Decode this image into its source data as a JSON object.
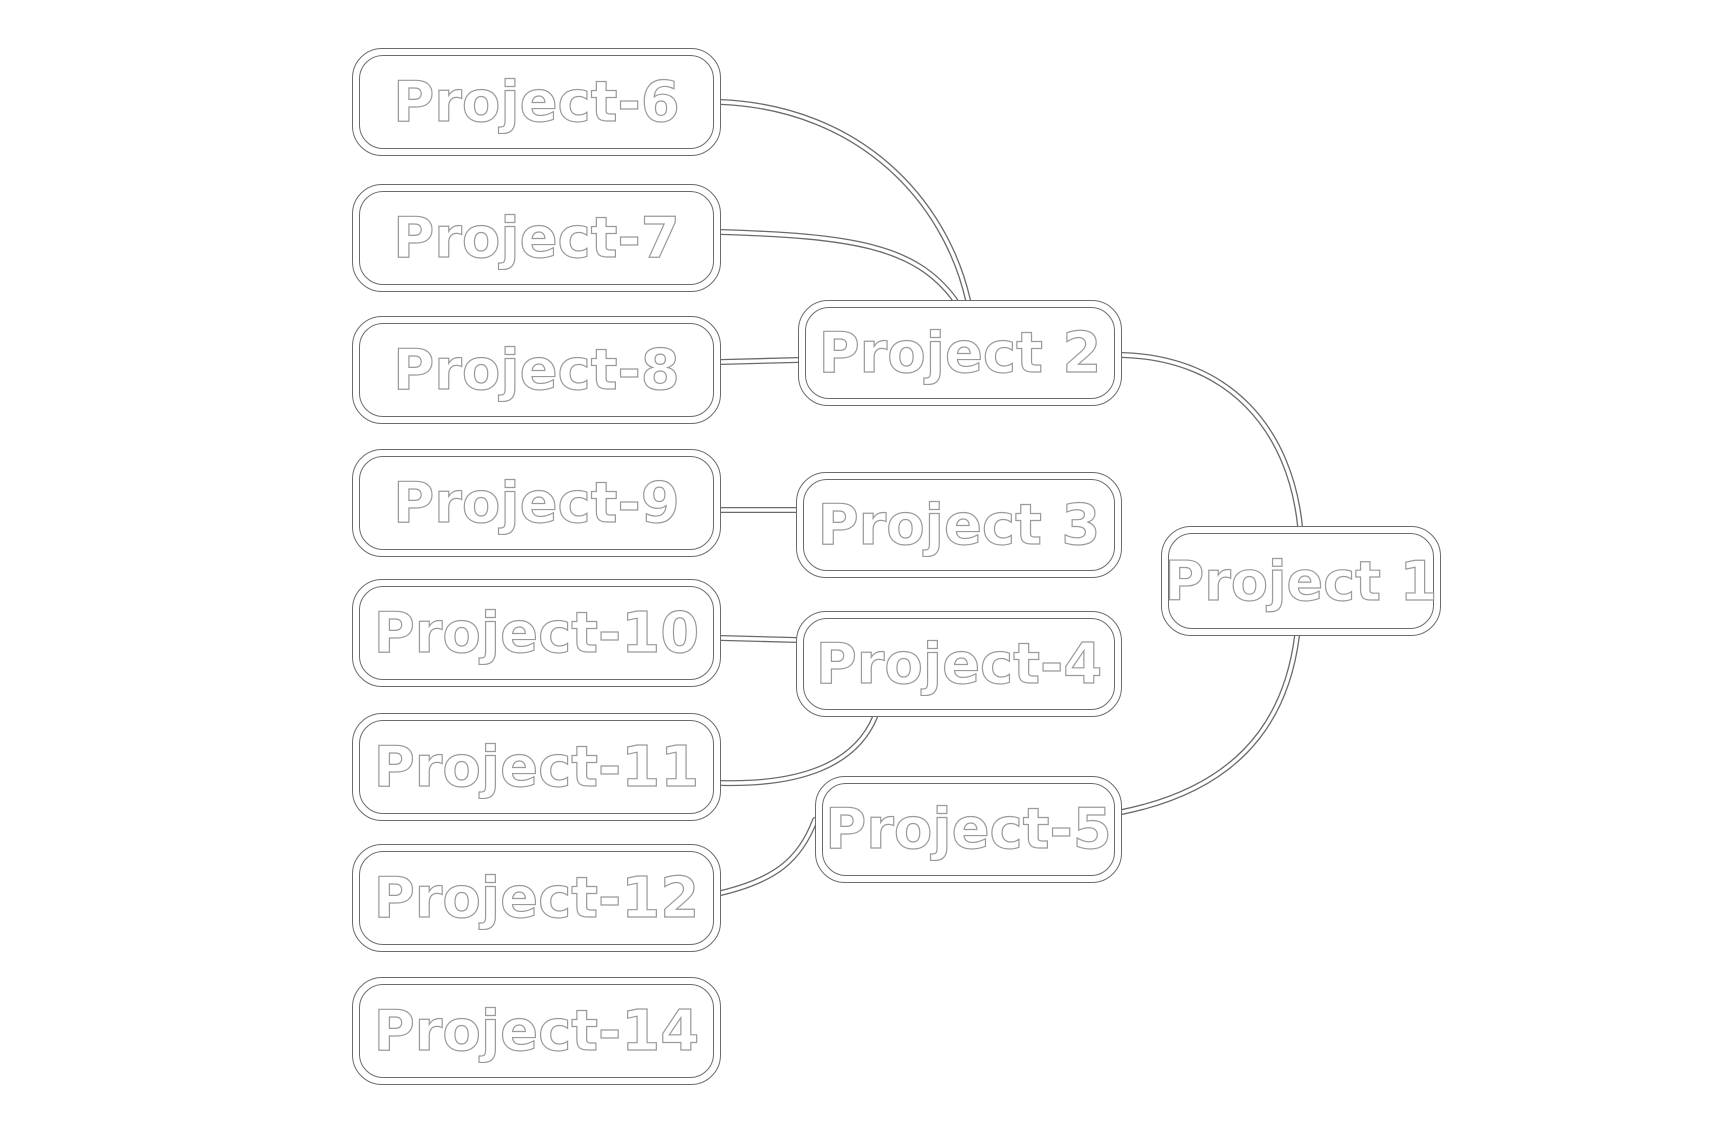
{
  "diagram": {
    "type": "mind-map",
    "style": "outlined-embossed",
    "colors": {
      "background": "#ffffff",
      "outline": "#6c6c6c",
      "text_outline": "#9a9a9a"
    },
    "root": {
      "id": "p1",
      "label": "Project 1"
    },
    "nodes": [
      {
        "id": "p1",
        "label": "Project 1"
      },
      {
        "id": "p2",
        "label": "Project 2"
      },
      {
        "id": "p3",
        "label": "Project 3"
      },
      {
        "id": "p4",
        "label": "Project-4"
      },
      {
        "id": "p5",
        "label": "Project-5"
      },
      {
        "id": "p6",
        "label": "Project-6"
      },
      {
        "id": "p7",
        "label": "Project-7"
      },
      {
        "id": "p8",
        "label": "Project-8"
      },
      {
        "id": "p9",
        "label": "Project-9"
      },
      {
        "id": "p10",
        "label": "Project-10"
      },
      {
        "id": "p11",
        "label": "Project-11"
      },
      {
        "id": "p12",
        "label": "Project-12"
      },
      {
        "id": "p14",
        "label": "Project-14"
      }
    ],
    "edges": [
      {
        "from": "p1",
        "to": "p2"
      },
      {
        "from": "p1",
        "to": "p5"
      },
      {
        "from": "p2",
        "to": "p6"
      },
      {
        "from": "p2",
        "to": "p7"
      },
      {
        "from": "p2",
        "to": "p8"
      },
      {
        "from": "p3",
        "to": "p9"
      },
      {
        "from": "p4",
        "to": "p10"
      },
      {
        "from": "p4",
        "to": "p11"
      },
      {
        "from": "p5",
        "to": "p12"
      }
    ]
  },
  "labels": {
    "p1": "Project 1",
    "p2": "Project 2",
    "p3": "Project 3",
    "p4": "Project-4",
    "p5": "Project-5",
    "p6": "Project-6",
    "p7": "Project-7",
    "p8": "Project-8",
    "p9": "Project-9",
    "p10": "Project-10",
    "p11": "Project-11",
    "p12": "Project-12",
    "p14": "Project-14"
  }
}
